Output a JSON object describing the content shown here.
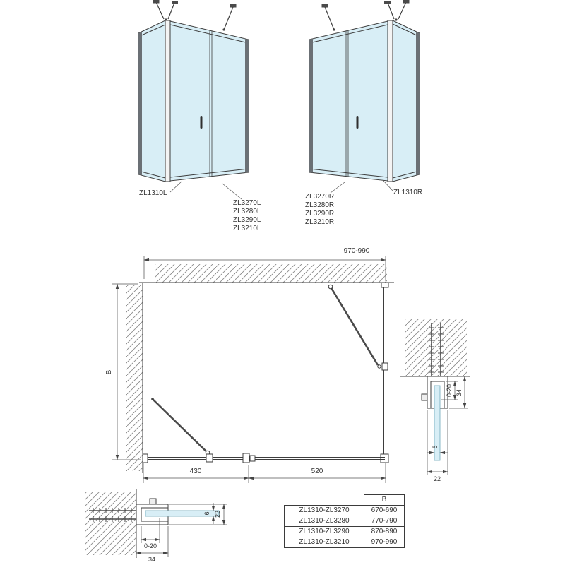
{
  "iso_views": {
    "left": {
      "door_label": "ZL1310L",
      "panel_labels": [
        "ZL3270L",
        "ZL3280L",
        "ZL3290L",
        "ZL3210L"
      ]
    },
    "right": {
      "door_label": "ZL1310R",
      "panel_labels": [
        "ZL3270R",
        "ZL3280R",
        "ZL3290R",
        "ZL3210R"
      ]
    }
  },
  "plan": {
    "width": "970-990",
    "depth": "B",
    "fixed_segment": "430",
    "door_segment": "520"
  },
  "detail_side": {
    "adjustment": "0-20",
    "profile_depth": "34",
    "glass_thickness": "6",
    "profile_width": "22"
  },
  "detail_bottom": {
    "adjustment": "0-20",
    "profile_depth": "34",
    "glass_thickness": "6",
    "profile_width": "22"
  },
  "size_table": {
    "header": "B",
    "rows": [
      {
        "model": "ZL1310-ZL3270",
        "b": "670-690"
      },
      {
        "model": "ZL1310-ZL3280",
        "b": "770-790"
      },
      {
        "model": "ZL1310-ZL3290",
        "b": "870-890"
      },
      {
        "model": "ZL1310-ZL3210",
        "b": "970-990"
      }
    ]
  },
  "colors": {
    "glass": "#d8eef6",
    "line": "#3d3d3d",
    "dim": "#555555",
    "hatch": "#8a8a8a"
  }
}
